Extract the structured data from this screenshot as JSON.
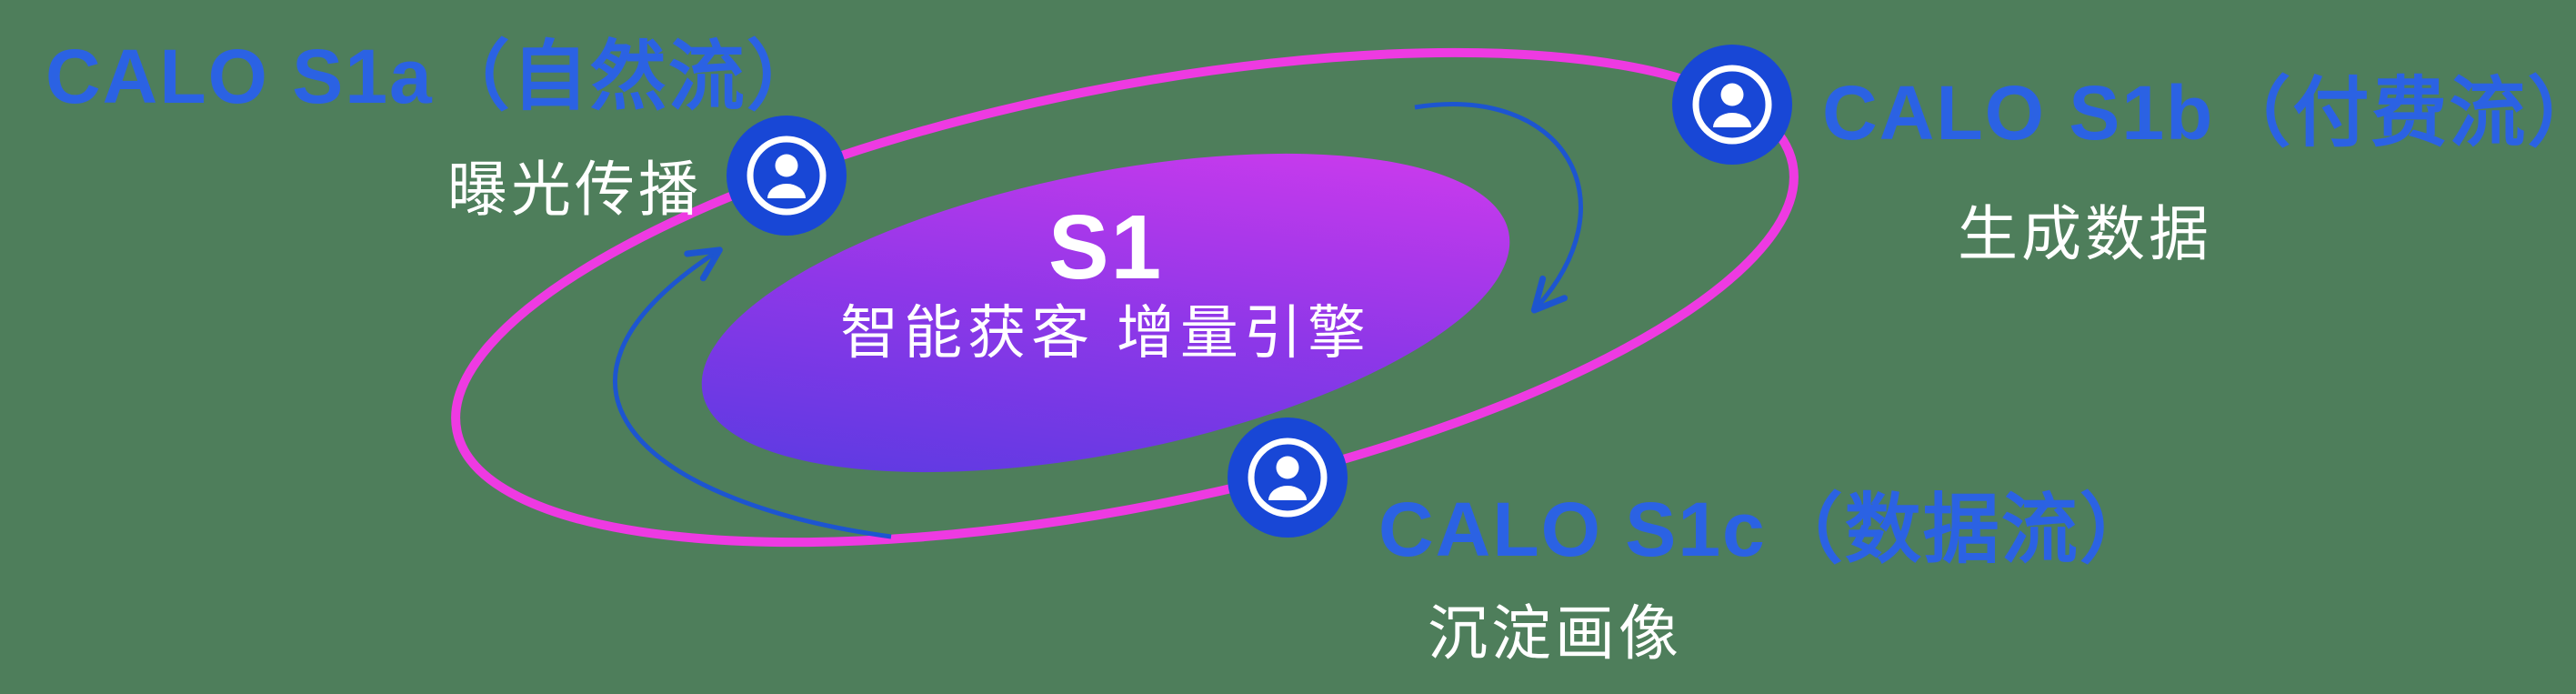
{
  "diagram": {
    "center": {
      "title": "S1",
      "subtitle": "智能获客  增量引擎"
    },
    "nodes": [
      {
        "id": "s1a",
        "label": "CALO S1a（自然流）",
        "sublabel": "曝光传播",
        "icon": "user-icon"
      },
      {
        "id": "s1b",
        "label": "CALO S1b（付费流）",
        "sublabel": "生成数据",
        "icon": "user-icon"
      },
      {
        "id": "s1c",
        "label": "CALO S1c（数据流）",
        "sublabel": "沉淀画像",
        "icon": "user-icon"
      }
    ],
    "colors": {
      "background_green": "#4E7E5B",
      "label_blue": "#2B62E3",
      "orbit_ring_magenta": "#EE3AE2",
      "node_blue": "#1847D6",
      "arrow_blue": "#1D55D0",
      "core_gradient_start": "#4E3BE0",
      "core_gradient_mid": "#8F37E8",
      "core_gradient_end": "#DE3BEE",
      "text_white": "#FFFFFF"
    }
  }
}
